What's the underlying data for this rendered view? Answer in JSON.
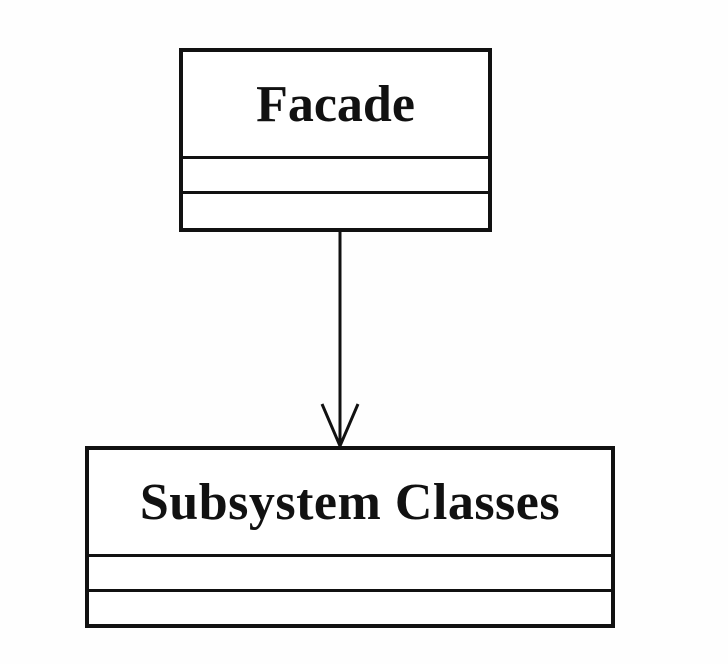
{
  "diagram": {
    "classes": [
      {
        "id": "facade",
        "name": "Facade"
      },
      {
        "id": "subsystem",
        "name": "Subsystem Classes"
      }
    ],
    "relations": [
      {
        "from": "facade",
        "to": "subsystem",
        "type": "navigable-association"
      }
    ],
    "colors": {
      "stroke": "#111111",
      "background": "#ffffff"
    }
  }
}
